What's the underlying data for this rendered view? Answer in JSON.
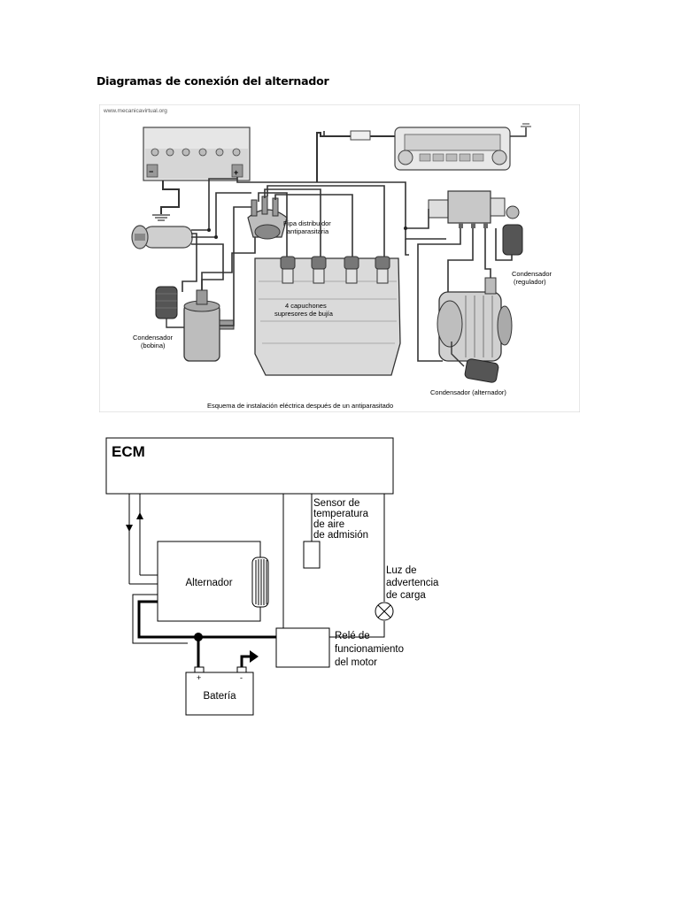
{
  "document": {
    "heading": "Diagramas de conexión del alternador"
  },
  "figure1": {
    "watermark": "www.mecanicavirtual.org",
    "labels": {
      "pipa_line1": "Pipa distribuidor",
      "pipa_line2": "antiparasitaria",
      "capuchones_line1": "4 capuchones",
      "capuchones_line2": "supresores de bujía",
      "cond_bobina_line1": "Condensador",
      "cond_bobina_line2": "(bobina)",
      "cond_regulador_line1": "Condensador",
      "cond_regulador_line2": "(regulador)",
      "cond_alternador": "Condensador (alternador)",
      "caption": "Esquema de instalación eléctrica después de un antiparasitado"
    },
    "battery_signs": {
      "minus": "−",
      "plus": "+"
    }
  },
  "figure2": {
    "ecm": "ECM",
    "alternador": "Alternador",
    "bateria": "Batería",
    "battery_plus": "+",
    "battery_minus": "-",
    "sensor": [
      "Sensor de",
      "temperatura",
      "de aire",
      "de admisión"
    ],
    "luz": [
      "Luz de",
      "advertencia",
      "de carga"
    ],
    "rele": [
      "Relé de",
      "funcionamiento",
      "del motor"
    ]
  }
}
